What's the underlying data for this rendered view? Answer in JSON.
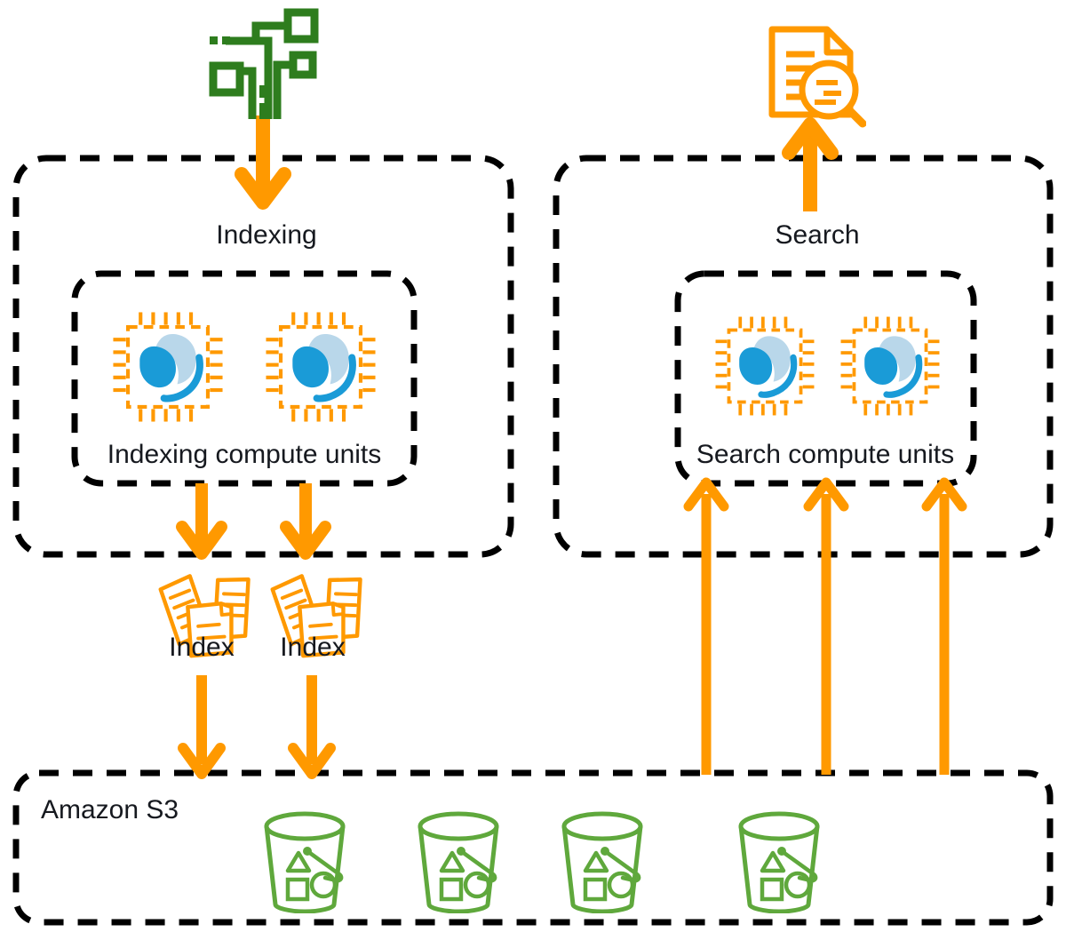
{
  "diagram": {
    "title": "Amazon OpenSearch Serverless indexing and search architecture",
    "colors": {
      "orange": "#FF9900",
      "dark_green": "#2E7D1E",
      "bucket_green": "#5FA83C",
      "logo_blue": "#1A9BD7",
      "logo_light_blue": "#B9D7EA",
      "border_black": "#000000",
      "text": "#16191F",
      "background": "#FFFFFF"
    },
    "panels": [
      {
        "id": "indexing-panel",
        "label": "Indexing"
      },
      {
        "id": "search-panel",
        "label": "Search"
      },
      {
        "id": "s3-panel",
        "label": "Amazon S3"
      }
    ],
    "indexing": {
      "flow_label": "Indexing",
      "compute_box_label": "Indexing compute units",
      "compute_units": [
        {
          "name": "opensearch-compute-unit",
          "label": ""
        },
        {
          "name": "opensearch-compute-unit",
          "label": ""
        }
      ],
      "indexes": [
        {
          "label": "Index"
        },
        {
          "label": "Index"
        }
      ],
      "source_icon": "data-source-icon"
    },
    "search": {
      "flow_label": "Search",
      "compute_box_label": "Search compute units",
      "compute_units": [
        {
          "name": "opensearch-compute-unit",
          "label": ""
        },
        {
          "name": "opensearch-compute-unit",
          "label": ""
        }
      ],
      "result_icon": "document-search-icon",
      "read_paths": 3
    },
    "storage": {
      "label": "Amazon S3",
      "buckets": [
        {
          "name": "s3-bucket"
        },
        {
          "name": "s3-bucket"
        },
        {
          "name": "s3-bucket"
        },
        {
          "name": "s3-bucket"
        }
      ]
    }
  }
}
